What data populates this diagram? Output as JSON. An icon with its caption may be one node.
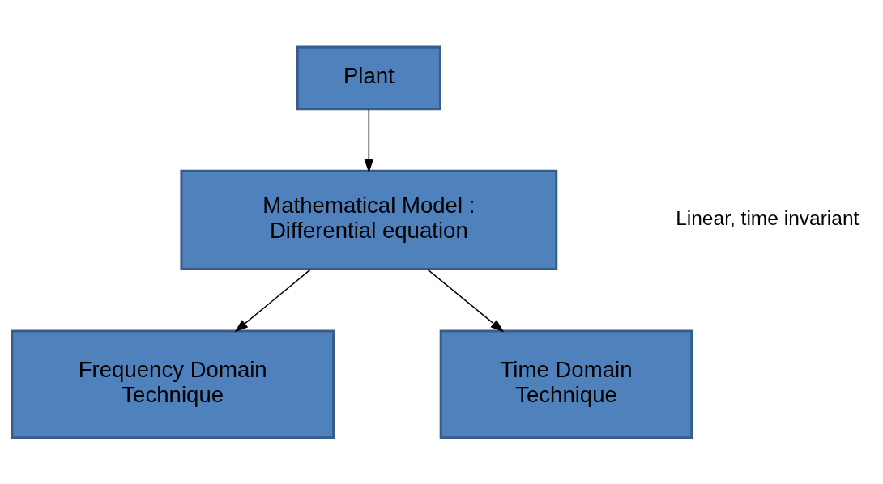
{
  "diagram": {
    "nodes": [
      {
        "text": [
          "Plant"
        ]
      },
      {
        "text": [
          "Mathematical Model : Differential equation"
        ]
      },
      {
        "text": [
          "Frequency Domain Technique"
        ]
      },
      {
        "text": [
          "Time Domain Technique"
        ]
      }
    ],
    "edges": [
      {
        "from": 0,
        "to": 1,
        "arrow": "to"
      },
      {
        "from": 1,
        "to": 2,
        "arrow": "to"
      },
      {
        "from": 1,
        "to": 3,
        "arrow": "to"
      }
    ],
    "labels": [
      "Linear, time invariant"
    ]
  }
}
